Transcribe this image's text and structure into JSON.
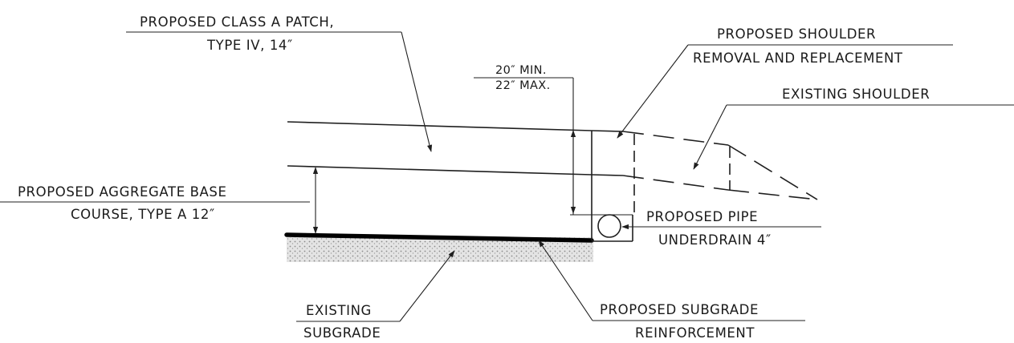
{
  "callouts": {
    "class_a_patch": {
      "line1": "PROPOSED CLASS A PATCH,",
      "line2": "TYPE IV, 14″"
    },
    "depth": {
      "line1": "20″ MIN.",
      "line2": "22″ MAX."
    },
    "shoulder_replacement": {
      "line1": "PROPOSED SHOULDER",
      "line2": "REMOVAL AND REPLACEMENT"
    },
    "existing_shoulder": {
      "line1": "EXISTING SHOULDER"
    },
    "aggregate_base": {
      "line1": "PROPOSED AGGREGATE BASE",
      "line2": "COURSE, TYPE A 12″"
    },
    "pipe_underdrain": {
      "line1": "PROPOSED PIPE",
      "line2": "UNDERDRAIN 4″"
    },
    "existing_subgrade": {
      "line1": "EXISTING",
      "line2": "SUBGRADE"
    },
    "subgrade_reinforcement": {
      "line1": "PROPOSED SUBGRADE",
      "line2": "REINFORCEMENT"
    }
  },
  "colors": {
    "line": "#1f1f1f",
    "subgrade_hatch": "#b8b8b8",
    "background": "#ffffff"
  }
}
